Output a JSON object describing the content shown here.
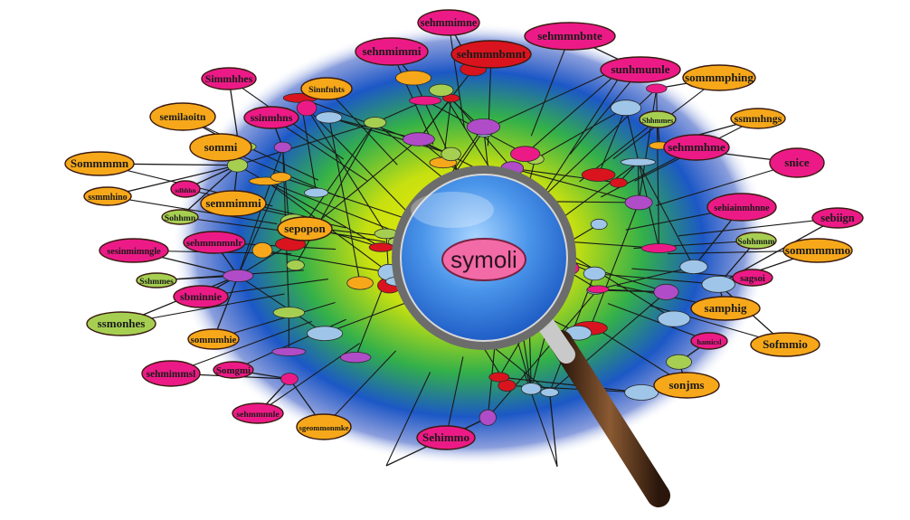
{
  "image": {
    "kind": "illustration",
    "colors": {
      "magenta": "#ec1a86",
      "orange": "#f6a81a",
      "green": "#a6cf52",
      "red": "#d9141e",
      "purple": "#b04cc7",
      "lightblue": "#9fc6e8",
      "glow_outer": "#1a4fc0",
      "glow_mid": "#23a86a",
      "glow_inner": "#f0ee10",
      "lens": "#3a86e2",
      "handle": "#5a3a22",
      "ring": "#6a6a6a"
    },
    "magnifier": {
      "label": "symoli"
    },
    "nodes": [
      {
        "text": "sehmmimne",
        "color": "magenta"
      },
      {
        "text": "sehmmnbnte",
        "color": "magenta"
      },
      {
        "text": "sehnmimmi",
        "color": "magenta"
      },
      {
        "text": "sehmmnbmnt",
        "color": "red"
      },
      {
        "text": "Simmhhes",
        "color": "magenta"
      },
      {
        "text": "Sinnfnhts",
        "color": "orange"
      },
      {
        "text": "sunhmumle",
        "color": "magenta"
      },
      {
        "text": "sommmphing",
        "color": "orange"
      },
      {
        "text": "semilaoitn",
        "color": "orange"
      },
      {
        "text": "ssinmhns",
        "color": "magenta"
      },
      {
        "text": "Shhmmes",
        "color": "green"
      },
      {
        "text": "ssmmhngs",
        "color": "orange"
      },
      {
        "text": "sommi",
        "color": "orange"
      },
      {
        "text": "sehmmhme",
        "color": "magenta"
      },
      {
        "text": "Sommmmn",
        "color": "orange"
      },
      {
        "text": "snice",
        "color": "magenta"
      },
      {
        "text": "ssmmhino",
        "color": "orange"
      },
      {
        "text": "sdhhhn",
        "color": "magenta"
      },
      {
        "text": "semmimmi",
        "color": "orange"
      },
      {
        "text": "sehiainmhnne",
        "color": "magenta"
      },
      {
        "text": "Sohhmn",
        "color": "green"
      },
      {
        "text": "sebiign",
        "color": "magenta"
      },
      {
        "text": "sepopon",
        "color": "orange"
      },
      {
        "text": "sehmmnmnlr",
        "color": "magenta"
      },
      {
        "text": "sesinmimngle",
        "color": "magenta"
      },
      {
        "text": "sommmmmo",
        "color": "orange"
      },
      {
        "text": "Sohhmnm",
        "color": "green"
      },
      {
        "text": "Sshmmes",
        "color": "green"
      },
      {
        "text": "sagsoi",
        "color": "magenta"
      },
      {
        "text": "sbminnie",
        "color": "magenta"
      },
      {
        "text": "samphig",
        "color": "orange"
      },
      {
        "text": "ssmonhes",
        "color": "green"
      },
      {
        "text": "sommmhie",
        "color": "orange"
      },
      {
        "text": "hamicsl",
        "color": "magenta"
      },
      {
        "text": "Sofmmio",
        "color": "orange"
      },
      {
        "text": "sehmimmsl",
        "color": "magenta"
      },
      {
        "text": "Somgmi",
        "color": "magenta"
      },
      {
        "text": "sonjms",
        "color": "orange"
      },
      {
        "text": "sehmmnnle",
        "color": "magenta"
      },
      {
        "text": "sgeommonmke",
        "color": "orange"
      },
      {
        "text": "Sehimmo",
        "color": "magenta"
      }
    ]
  }
}
